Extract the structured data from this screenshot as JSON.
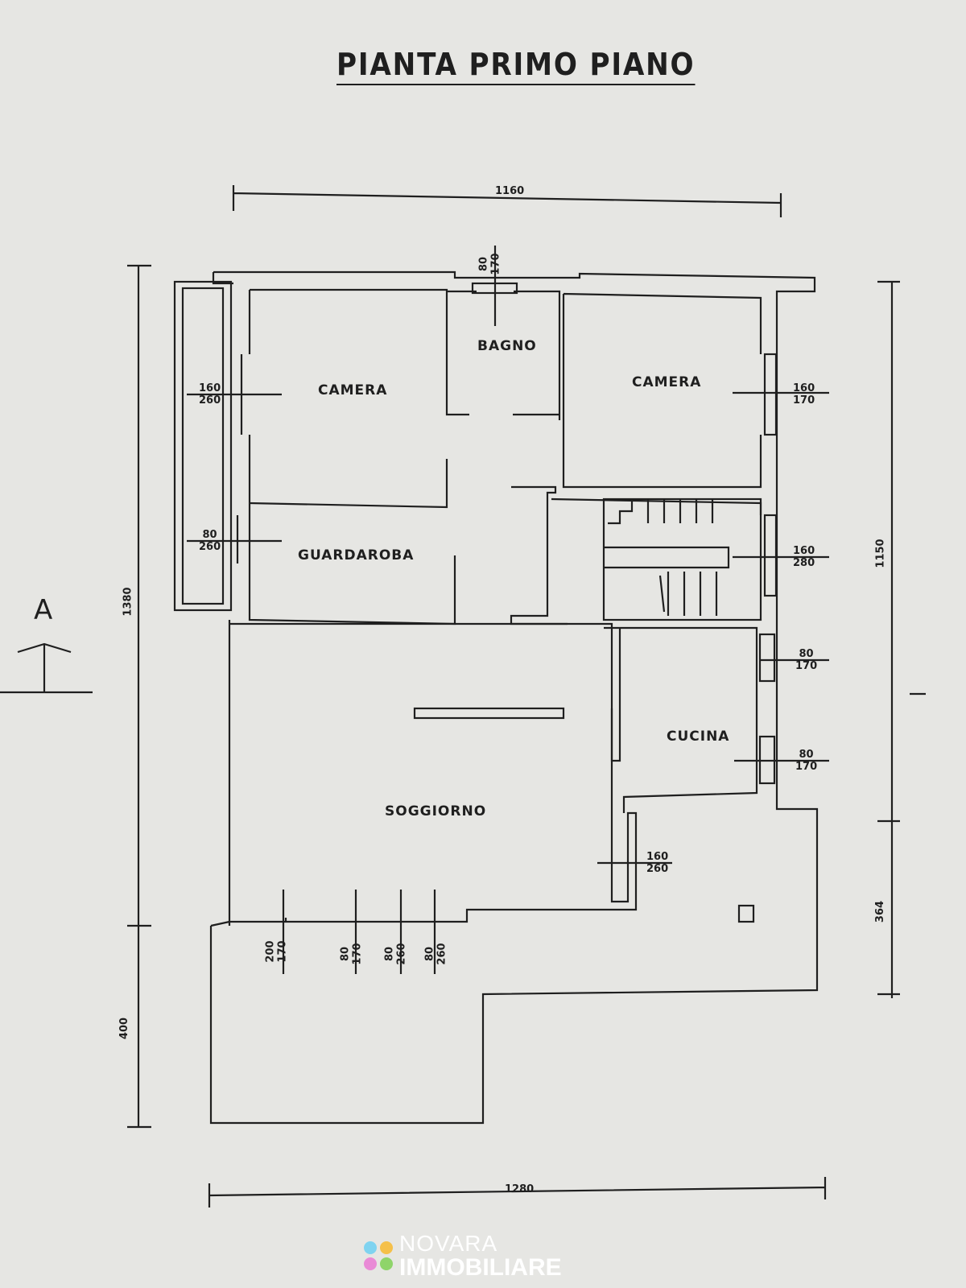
{
  "title": "PIANTA PRIMO PIANO",
  "rooms": {
    "camera_left": "CAMERA",
    "bagno": "BAGNO",
    "camera_right": "CAMERA",
    "guardaroba": "GUARDAROBA",
    "cucina": "CUCINA",
    "soggiorno": "SOGGIORNO"
  },
  "dimensions": {
    "top_width": "1160",
    "bottom_width": "1280",
    "left_height": "1380",
    "left_terrace": "400",
    "right_height": "1150",
    "right_terrace": "364"
  },
  "openings": {
    "bagno_window": {
      "top": "80",
      "bottom": "170"
    },
    "camera_left_window": {
      "top": "160",
      "bottom": "260"
    },
    "guardaroba_window": {
      "top": "80",
      "bottom": "260"
    },
    "camera_right_window": {
      "top": "160",
      "bottom": "170"
    },
    "stair_window": {
      "top": "160",
      "bottom": "280"
    },
    "cucina_window_1": {
      "top": "80",
      "bottom": "170"
    },
    "cucina_window_2": {
      "top": "80",
      "bottom": "170"
    },
    "soggiorno_door": {
      "top": "160",
      "bottom": "260"
    },
    "south_1": {
      "top": "200",
      "bottom": "170"
    },
    "south_2": {
      "top": "80",
      "bottom": "170"
    },
    "south_3": {
      "top": "80",
      "bottom": "260"
    },
    "south_4": {
      "top": "80",
      "bottom": "260"
    }
  },
  "section_marker": "A",
  "logo": {
    "line1": "NOVARA",
    "line2": "IMMOBILIARE",
    "colors": [
      "#7fd3f0",
      "#f5c04a",
      "#e98ad6",
      "#8fd46a"
    ]
  },
  "colors": {
    "paper": "#e6e6e3",
    "ink": "#1f1f1f"
  }
}
